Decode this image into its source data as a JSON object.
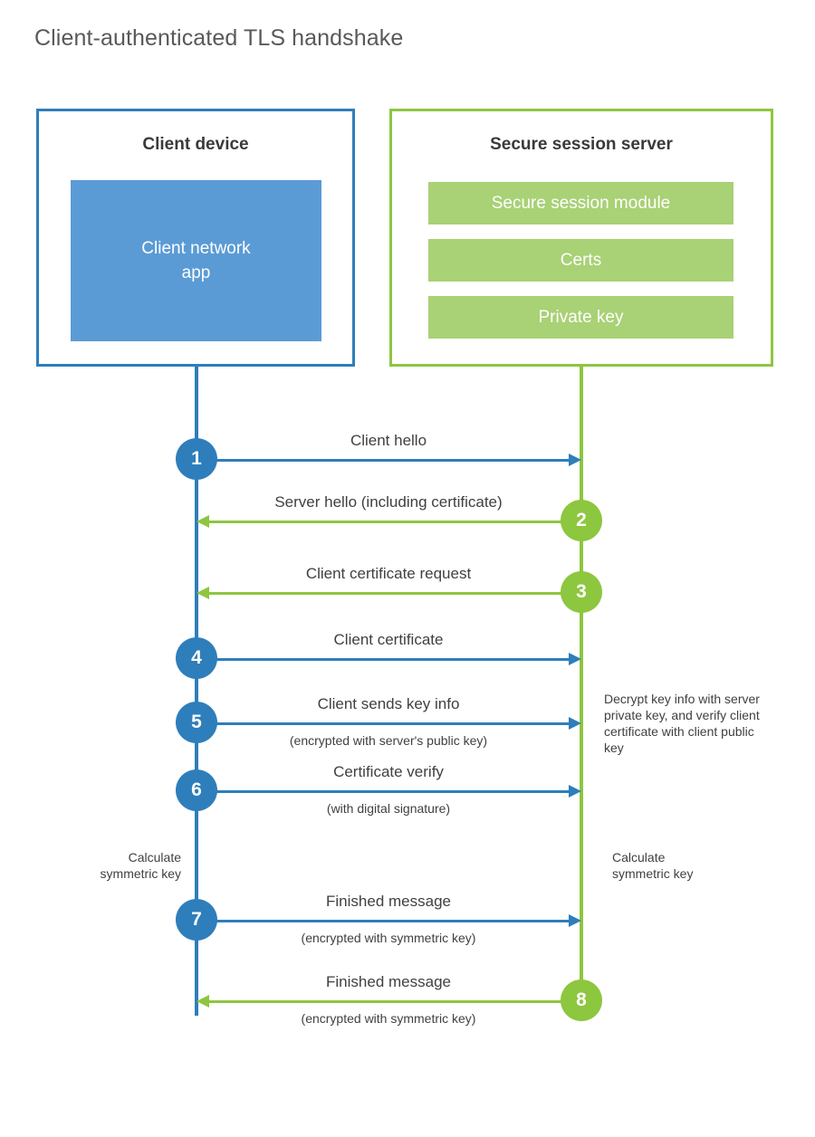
{
  "diagram": {
    "title": "Client-authenticated TLS handshake",
    "colors": {
      "client_blue": "#2e7ebb",
      "client_app_blue": "#5b9bd5",
      "server_green": "#8dc63f",
      "server_bar_green": "#a9d175",
      "text_gray": "#404041",
      "title_gray": "#58595b"
    }
  },
  "client_panel": {
    "title": "Client device",
    "app_box_label": "Client network\napp"
  },
  "server_panel": {
    "title": "Secure session server",
    "bars": [
      {
        "label": "Secure session module"
      },
      {
        "label": "Certs"
      },
      {
        "label": "Private key"
      }
    ]
  },
  "messages": [
    {
      "step": "1",
      "label": "Client hello",
      "sublabel": "",
      "direction": "client-to-server",
      "color": "blue"
    },
    {
      "step": "2",
      "label": "Server hello (including certificate)",
      "sublabel": "",
      "direction": "server-to-client",
      "color": "green"
    },
    {
      "step": "3",
      "label": "Client certificate request",
      "sublabel": "",
      "direction": "server-to-client",
      "color": "green"
    },
    {
      "step": "4",
      "label": "Client certificate",
      "sublabel": "",
      "direction": "client-to-server",
      "color": "blue"
    },
    {
      "step": "5",
      "label": "Client sends key info",
      "sublabel": "(encrypted with server's public key)",
      "direction": "client-to-server",
      "color": "blue"
    },
    {
      "step": "6",
      "label": "Certificate verify",
      "sublabel": "(with digital signature)",
      "direction": "client-to-server",
      "color": "blue"
    },
    {
      "step": "7",
      "label": "Finished message",
      "sublabel": "(encrypted with symmetric key)",
      "direction": "client-to-server",
      "color": "blue"
    },
    {
      "step": "8",
      "label": "Finished message",
      "sublabel": "(encrypted with symmetric key)",
      "direction": "server-to-client",
      "color": "green"
    }
  ],
  "notes": {
    "server_decrypt": "Decrypt key info with server private key, and verify client certificate with client public key",
    "client_symmetric": "Calculate\nsymmetric key",
    "server_symmetric": "Calculate\nsymmetric key"
  }
}
